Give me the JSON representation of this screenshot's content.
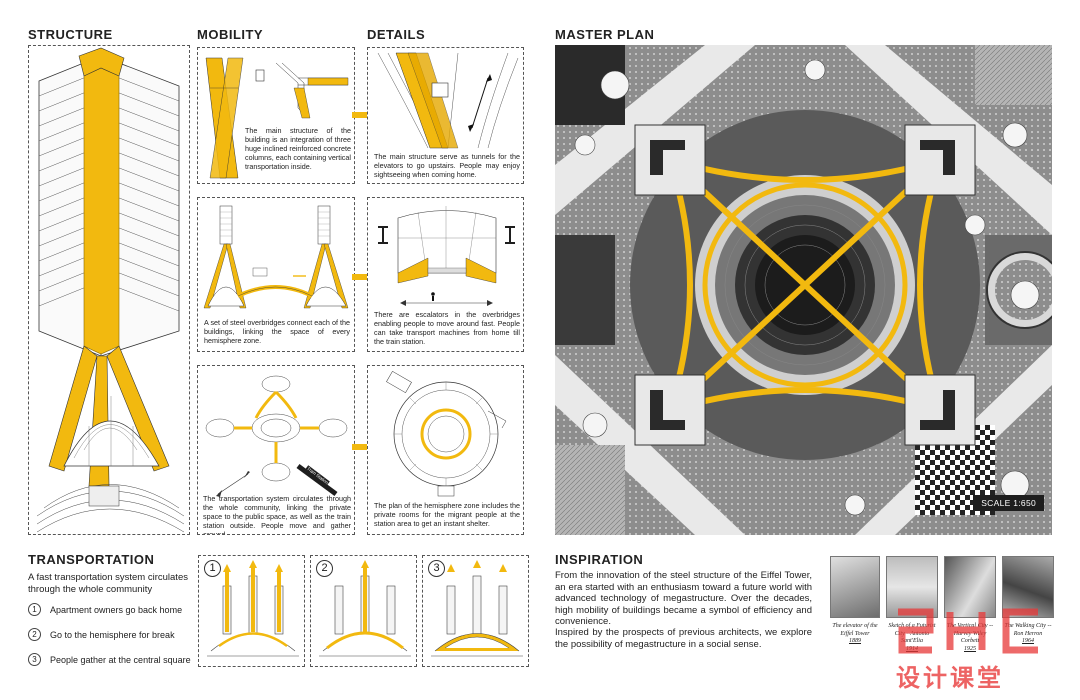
{
  "sections": {
    "structure": "STRUCTURE",
    "mobility": "MOBILITY",
    "details": "DETAILS",
    "master_plan": "MASTER PLAN",
    "transportation": "TRANSPORTATION",
    "inspiration": "INSPIRATION"
  },
  "mobility_captions": [
    "The main structure of the building is an integration of three huge inclined reinforced concrete columns, each containing vertical transportation inside.",
    "A set of steel overbridges connect each of the buildings, linking the space of every hemisphere zone.",
    "The transportation system circulates through the whole community, linking the private space to the public space, as well as the train station outside. People move and gather around."
  ],
  "details_captions": [
    "The main structure serve as tunnels for the elevators to go upstairs. People may enjoy sightseeing when coming home.",
    "There are escalators in the overbridges enabling people to move around fast. People can take transport machines from home till the train station.",
    "The plan of the hemisphere zone includes the private rooms for the migrant people at the station area to get an instant shelter."
  ],
  "diagram_label": "Train Station",
  "master_plan": {
    "scale": "SCALE 1:650"
  },
  "transportation": {
    "intro": "A fast transportation system circulates through the whole community",
    "items": [
      {
        "num": "①",
        "text": "Apartment owners go back home"
      },
      {
        "num": "②",
        "text": "Go to the hemisphere for break"
      },
      {
        "num": "③",
        "text": "People gather at the central square"
      }
    ],
    "step_numbers": [
      "1",
      "2",
      "3"
    ]
  },
  "inspiration": {
    "paragraph1": "From the innovation of the steel structure of the Eiffel Tower, an era started with an enthusiasm toward a future world with advanced technology of megastructure. Over the decades, high mobility of buildings became a symbol of efficiency and convenience.",
    "paragraph2": "Inspired by the prospects of previous architects, we explore the possibility of megastructure in a social sense.",
    "images": [
      {
        "title": "The elevator of the Eiffel Tower",
        "year": "1889"
      },
      {
        "title": "Sketch of a Futurist City --Antonio Sant'Elia",
        "year": "1914"
      },
      {
        "title": "The Vertical City --Harvey Wiley Corbett",
        "year": "1925"
      },
      {
        "title": "The Walking City --Ron Herron",
        "year": "1964"
      }
    ]
  },
  "watermark": {
    "brand": "设计课堂"
  },
  "colors": {
    "accent": "#f2b90f",
    "dark": "#1e1e1e",
    "grey": "#8a8a8a"
  }
}
